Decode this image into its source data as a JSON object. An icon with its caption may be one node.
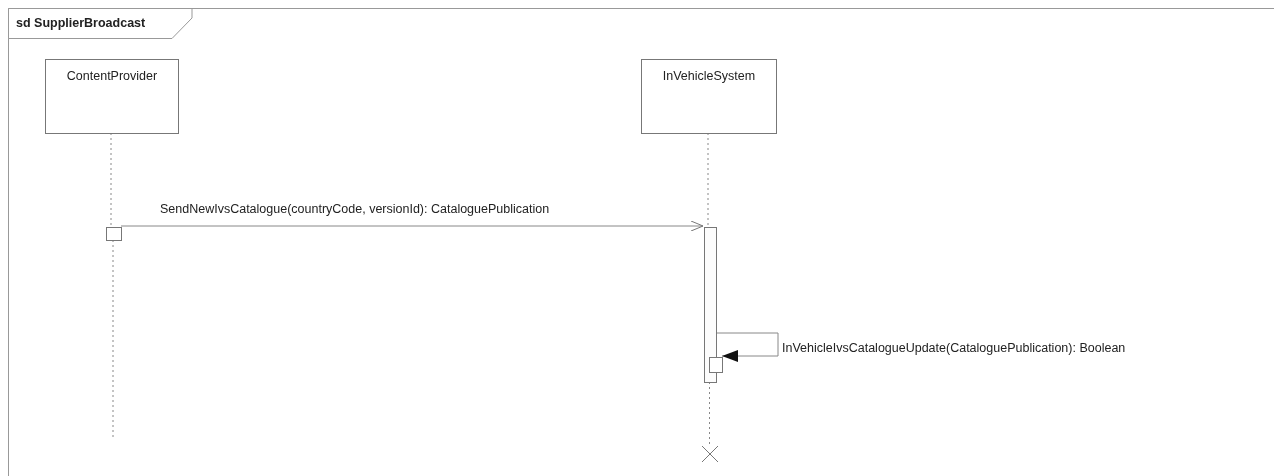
{
  "diagram": {
    "nodes": [
      {
        "text": [
          "sd SupplierBroadcast"
        ]
      },
      {
        "text": [
          "ContentProvider"
        ],
        "in": 0
      },
      {
        "text": [
          "InVehicleSystem"
        ],
        "in": 0
      },
      {
        "text": [],
        "shape": "box",
        "in": 0
      },
      {
        "text": [],
        "shape": "bar",
        "in": 0
      },
      {
        "text": [],
        "shape": "box",
        "in": 0
      },
      {
        "text": [],
        "shape": "cross",
        "in": 0
      }
    ],
    "edges": [
      {
        "from": 1,
        "to": 3,
        "arrow": "none",
        "style": "dashed"
      },
      {
        "from": 2,
        "to": 4,
        "arrow": "none",
        "style": "dashed"
      },
      {
        "from": 3,
        "to": 4,
        "arrow": "to",
        "label": "SendNewIvsCatalogue(countryCode, versionId): CataloguePublication"
      },
      {
        "from": 4,
        "to": 5,
        "arrow": "to",
        "label": "InVehicleIvsCatalogueUpdate(CataloguePublication): Boolean"
      },
      {
        "from": 3,
        "to": null,
        "arrow": "none",
        "style": "dashed"
      },
      {
        "from": 4,
        "to": 6,
        "arrow": "none",
        "style": "dashed"
      }
    ]
  }
}
